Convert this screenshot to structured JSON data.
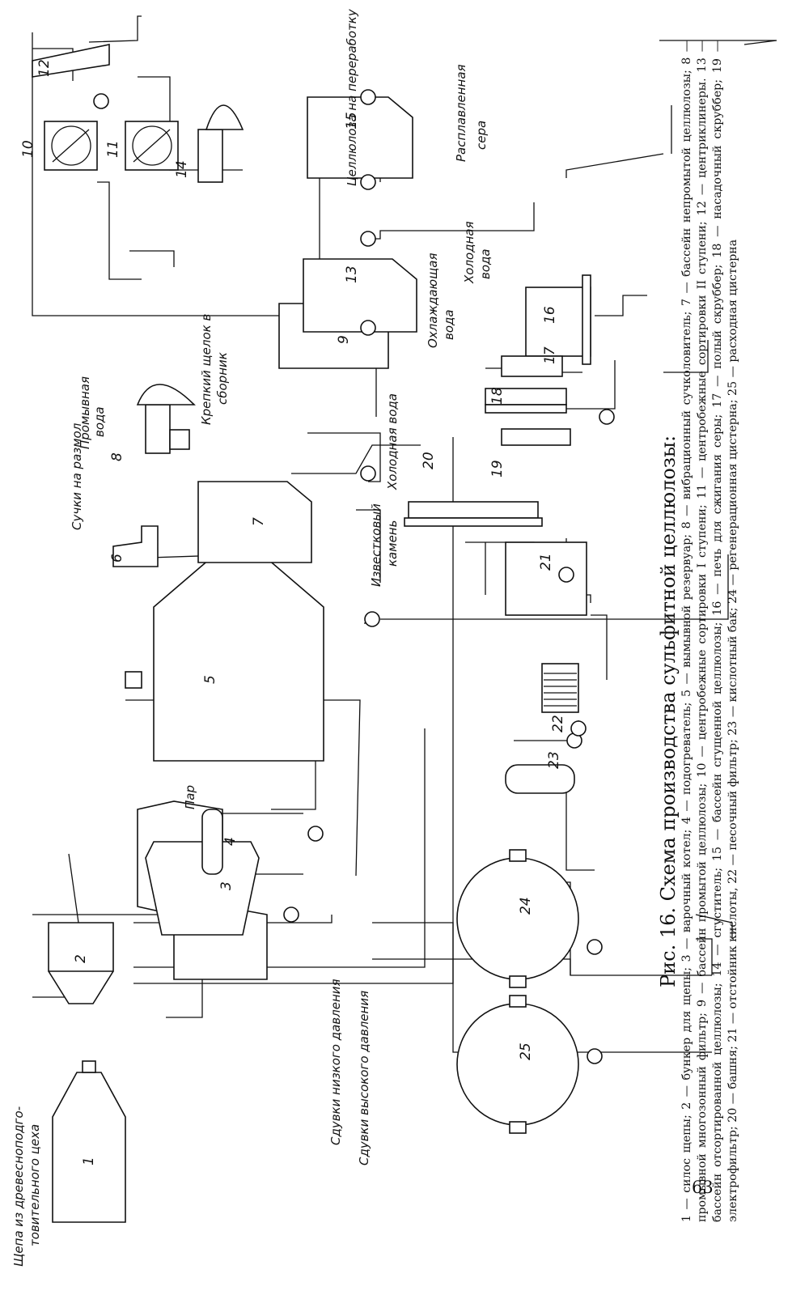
{
  "figure": {
    "title": "Рис. 16. Схема производства сульфитной целлюлозы:",
    "legend": "1 — силос щепы; 2 — бункер для щепы; 3 — варочный котел; 4 — подогреватель; 5 — вымывной резервуар; 8 — вибрационный сучколовитель; 7 — бассейн непромытой целлюлозы; 8 — промывной многозонный фильтр; 9 — бассейн промытой целлюлозы; 10 — центробежные сортировки I ступени; 11 — центробежные сортировки II ступени; 12 — центриклинеры. 13 — бассейн отсортированной целлюлозы; 14 — сгуститель; 15 — бассейн сгущенной целлюлозы; 16 — печь для сжигания серы; 17 — полый скруббер; 18 — насадочный скруббер; 19 — электрофильтр; 20 — башня; 21 — отстойник кислоты, 22 — песочный фильтр; 23 — кислотный бак; 24 — регенерационная цистерна; 25 — расходная цистерна",
    "page_number": "63"
  },
  "labels": {
    "chips_in_1": "Щепа из древесноподго-",
    "chips_in_2": "товительного цеха",
    "steam": "Пар",
    "low_pressure": "Сдувки низкого давления",
    "high_pressure": "Сдувки высокого давления",
    "knots": "Сучки на размол",
    "wash_water_1": "Промывная",
    "wash_water_2": "вода",
    "weak_liquor_1": "Крепкий щелок в",
    "weak_liquor_2": "сборник",
    "limestone_1": "Известковый",
    "limestone_2": "камень",
    "cold_water_tower": "Холодная вода",
    "pulp_out": "Целлюлоза на переработку",
    "cooling_water_1": "Охлаждающая",
    "cooling_water_2": "вода",
    "cold_water_1": "Холодная",
    "cold_water_2": "вода",
    "sulfur_1": "Расплавленная",
    "sulfur_2": "сера"
  },
  "equipment_numbers": [
    "1",
    "2",
    "3",
    "4",
    "5",
    "6",
    "7",
    "8",
    "9",
    "10",
    "11",
    "12",
    "13",
    "14",
    "15",
    "16",
    "17",
    "18",
    "19",
    "20",
    "21",
    "22",
    "23",
    "24",
    "25"
  ]
}
